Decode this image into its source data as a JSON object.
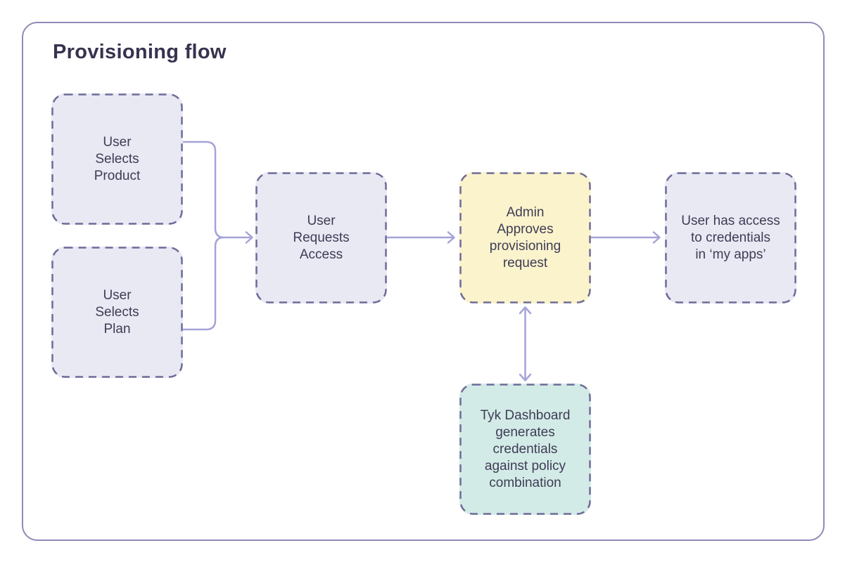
{
  "title": "Provisioning flow",
  "colors": {
    "frame-border": "#8f8bb8",
    "title-text": "#37324f",
    "node-text": "#3e3c55",
    "node-dash": "#6f6c99",
    "connector": "#a5a3d8",
    "lavender": "#e9e9f4",
    "yellow": "#fbf3cc",
    "teal": "#d3ebe7"
  },
  "nodes": [
    {
      "id": "user-selects-product",
      "label": "User\nSelects\nProduct",
      "fill": "lavender"
    },
    {
      "id": "user-selects-plan",
      "label": "User\nSelects\nPlan",
      "fill": "lavender"
    },
    {
      "id": "user-requests-access",
      "label": "User\nRequests\nAccess",
      "fill": "lavender"
    },
    {
      "id": "admin-approves-request",
      "label": "Admin\nApproves\nprovisioning\nrequest",
      "fill": "yellow"
    },
    {
      "id": "user-has-access",
      "label": "User has access\nto credentials\nin ‘my apps’",
      "fill": "lavender"
    },
    {
      "id": "tyk-dashboard-generates",
      "label": "Tyk Dashboard\ngenerates\ncredentials\nagainst policy\ncombination",
      "fill": "teal"
    }
  ],
  "edges": [
    {
      "from": "user-selects-product",
      "to": "user-requests-access",
      "type": "merge-arrow"
    },
    {
      "from": "user-selects-plan",
      "to": "user-requests-access",
      "type": "merge-arrow"
    },
    {
      "from": "user-requests-access",
      "to": "admin-approves-request",
      "type": "arrow"
    },
    {
      "from": "admin-approves-request",
      "to": "user-has-access",
      "type": "arrow"
    },
    {
      "from": "admin-approves-request",
      "to": "tyk-dashboard-generates",
      "type": "double-arrow"
    }
  ]
}
